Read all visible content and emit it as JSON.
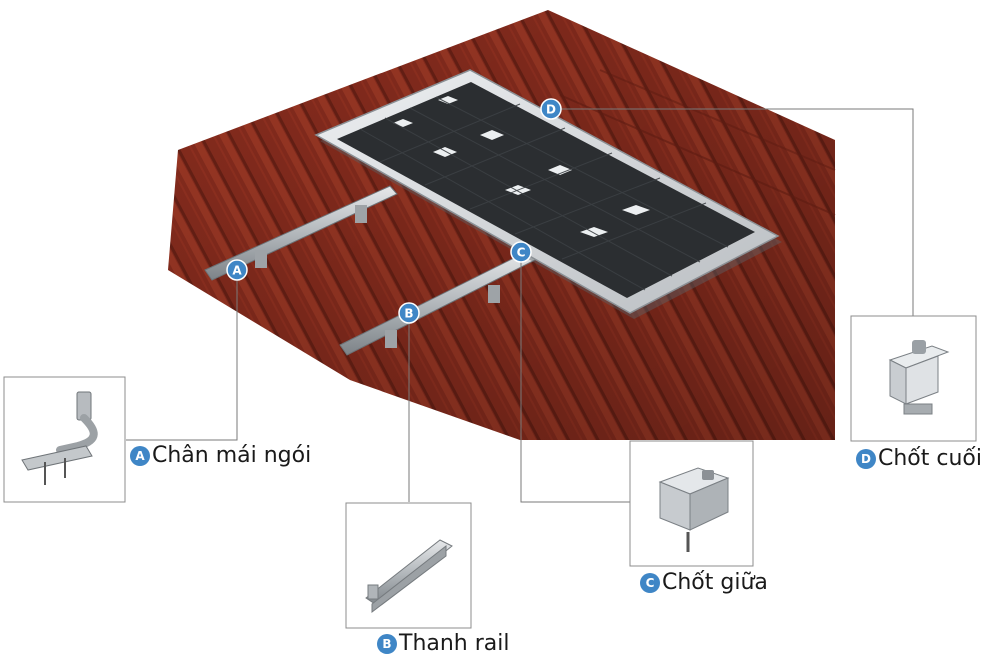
{
  "accent_color": "#3f86c6",
  "roof_color": "#8e2e1f",
  "markers": [
    {
      "id": "A",
      "letter": "A"
    },
    {
      "id": "B",
      "letter": "B"
    },
    {
      "id": "C",
      "letter": "C"
    },
    {
      "id": "D",
      "letter": "D"
    }
  ],
  "callouts": [
    {
      "id": "A",
      "letter": "A",
      "label": "Chân mái ngói",
      "icon": "roof-hook-icon"
    },
    {
      "id": "B",
      "letter": "B",
      "label": "Thanh rail",
      "icon": "mounting-rail-icon"
    },
    {
      "id": "C",
      "letter": "C",
      "label": "Chốt giữa",
      "icon": "mid-clamp-icon"
    },
    {
      "id": "D",
      "letter": "D",
      "label": "Chốt cuối",
      "icon": "end-clamp-icon"
    }
  ]
}
